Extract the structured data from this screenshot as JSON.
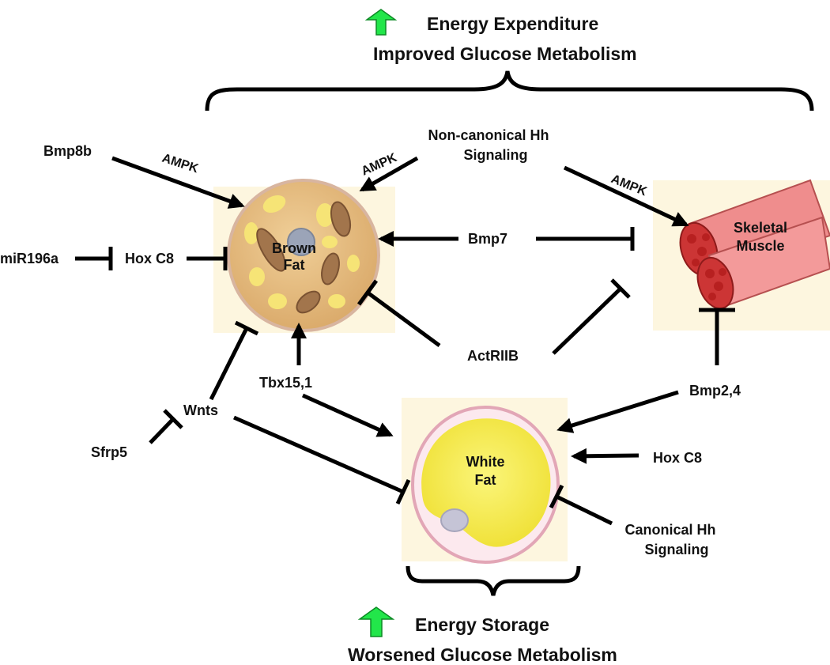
{
  "header": {
    "line1": "Energy Expenditure",
    "line2": "Improved Glucose Metabolism",
    "arrow_color": "#22e64a"
  },
  "footer": {
    "line1": "Energy Storage",
    "line2": "Worsened Glucose Metabolism",
    "arrow_color": "#22e64a"
  },
  "cells": {
    "brown_fat": [
      "Brown",
      "Fat"
    ],
    "skeletal_muscle": [
      "Skeletal",
      "Muscle"
    ],
    "white_fat": [
      "White",
      "Fat"
    ]
  },
  "regulators": {
    "bmp8b": "Bmp8b",
    "ampk": "AMPK",
    "nonc_hh": [
      "Non-canonical Hh",
      "Signaling"
    ],
    "mir196a": "miR196a",
    "hoxc8": "Hox C8",
    "bmp7": "Bmp7",
    "actriib": "ActRIIB",
    "tbx15": "Tbx15,1",
    "wnts": "Wnts",
    "sfrp5": "Sfrp5",
    "bmp24": "Bmp2,4",
    "can_hh": [
      "Canonical Hh",
      "Signaling"
    ]
  },
  "colors": {
    "brown_fat_fill": "#e8c48a",
    "muscle_fill": "#f08f8f",
    "white_fat_fill": "#f5ed3c",
    "cell_background": "#fdf6df"
  }
}
